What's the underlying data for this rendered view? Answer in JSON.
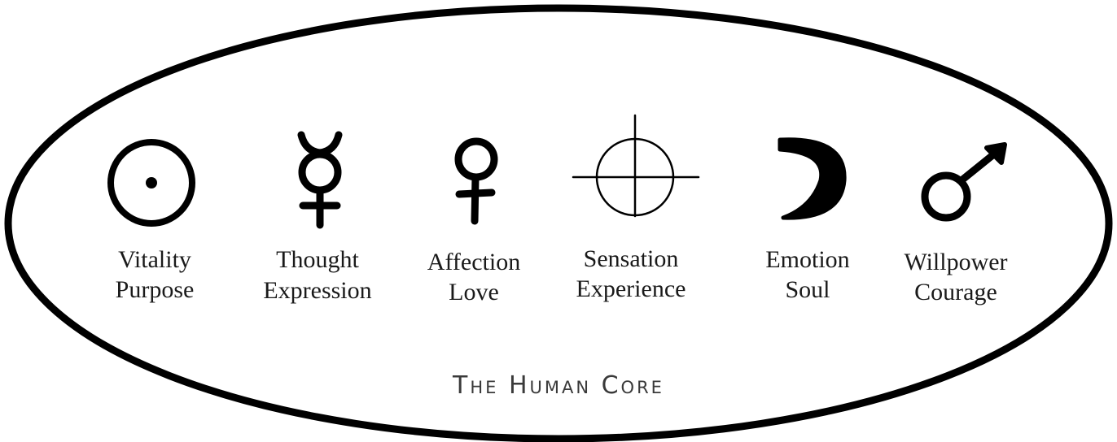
{
  "diagram": {
    "title": "The Human Core",
    "border_color": "#000000",
    "text_color": "#1a1a1a",
    "symbols": [
      {
        "icon": "sun-icon",
        "line1": "Vitality",
        "line2": "Purpose"
      },
      {
        "icon": "mercury-icon",
        "line1": "Thought",
        "line2": "Expression"
      },
      {
        "icon": "venus-icon",
        "line1": "Affection",
        "line2": "Love"
      },
      {
        "icon": "earth-crosshair-icon",
        "line1": "Sensation",
        "line2": "Experience"
      },
      {
        "icon": "moon-crescent-icon",
        "line1": "Emotion",
        "line2": "Soul"
      },
      {
        "icon": "mars-icon",
        "line1": "Willpower",
        "line2": "Courage"
      }
    ]
  }
}
